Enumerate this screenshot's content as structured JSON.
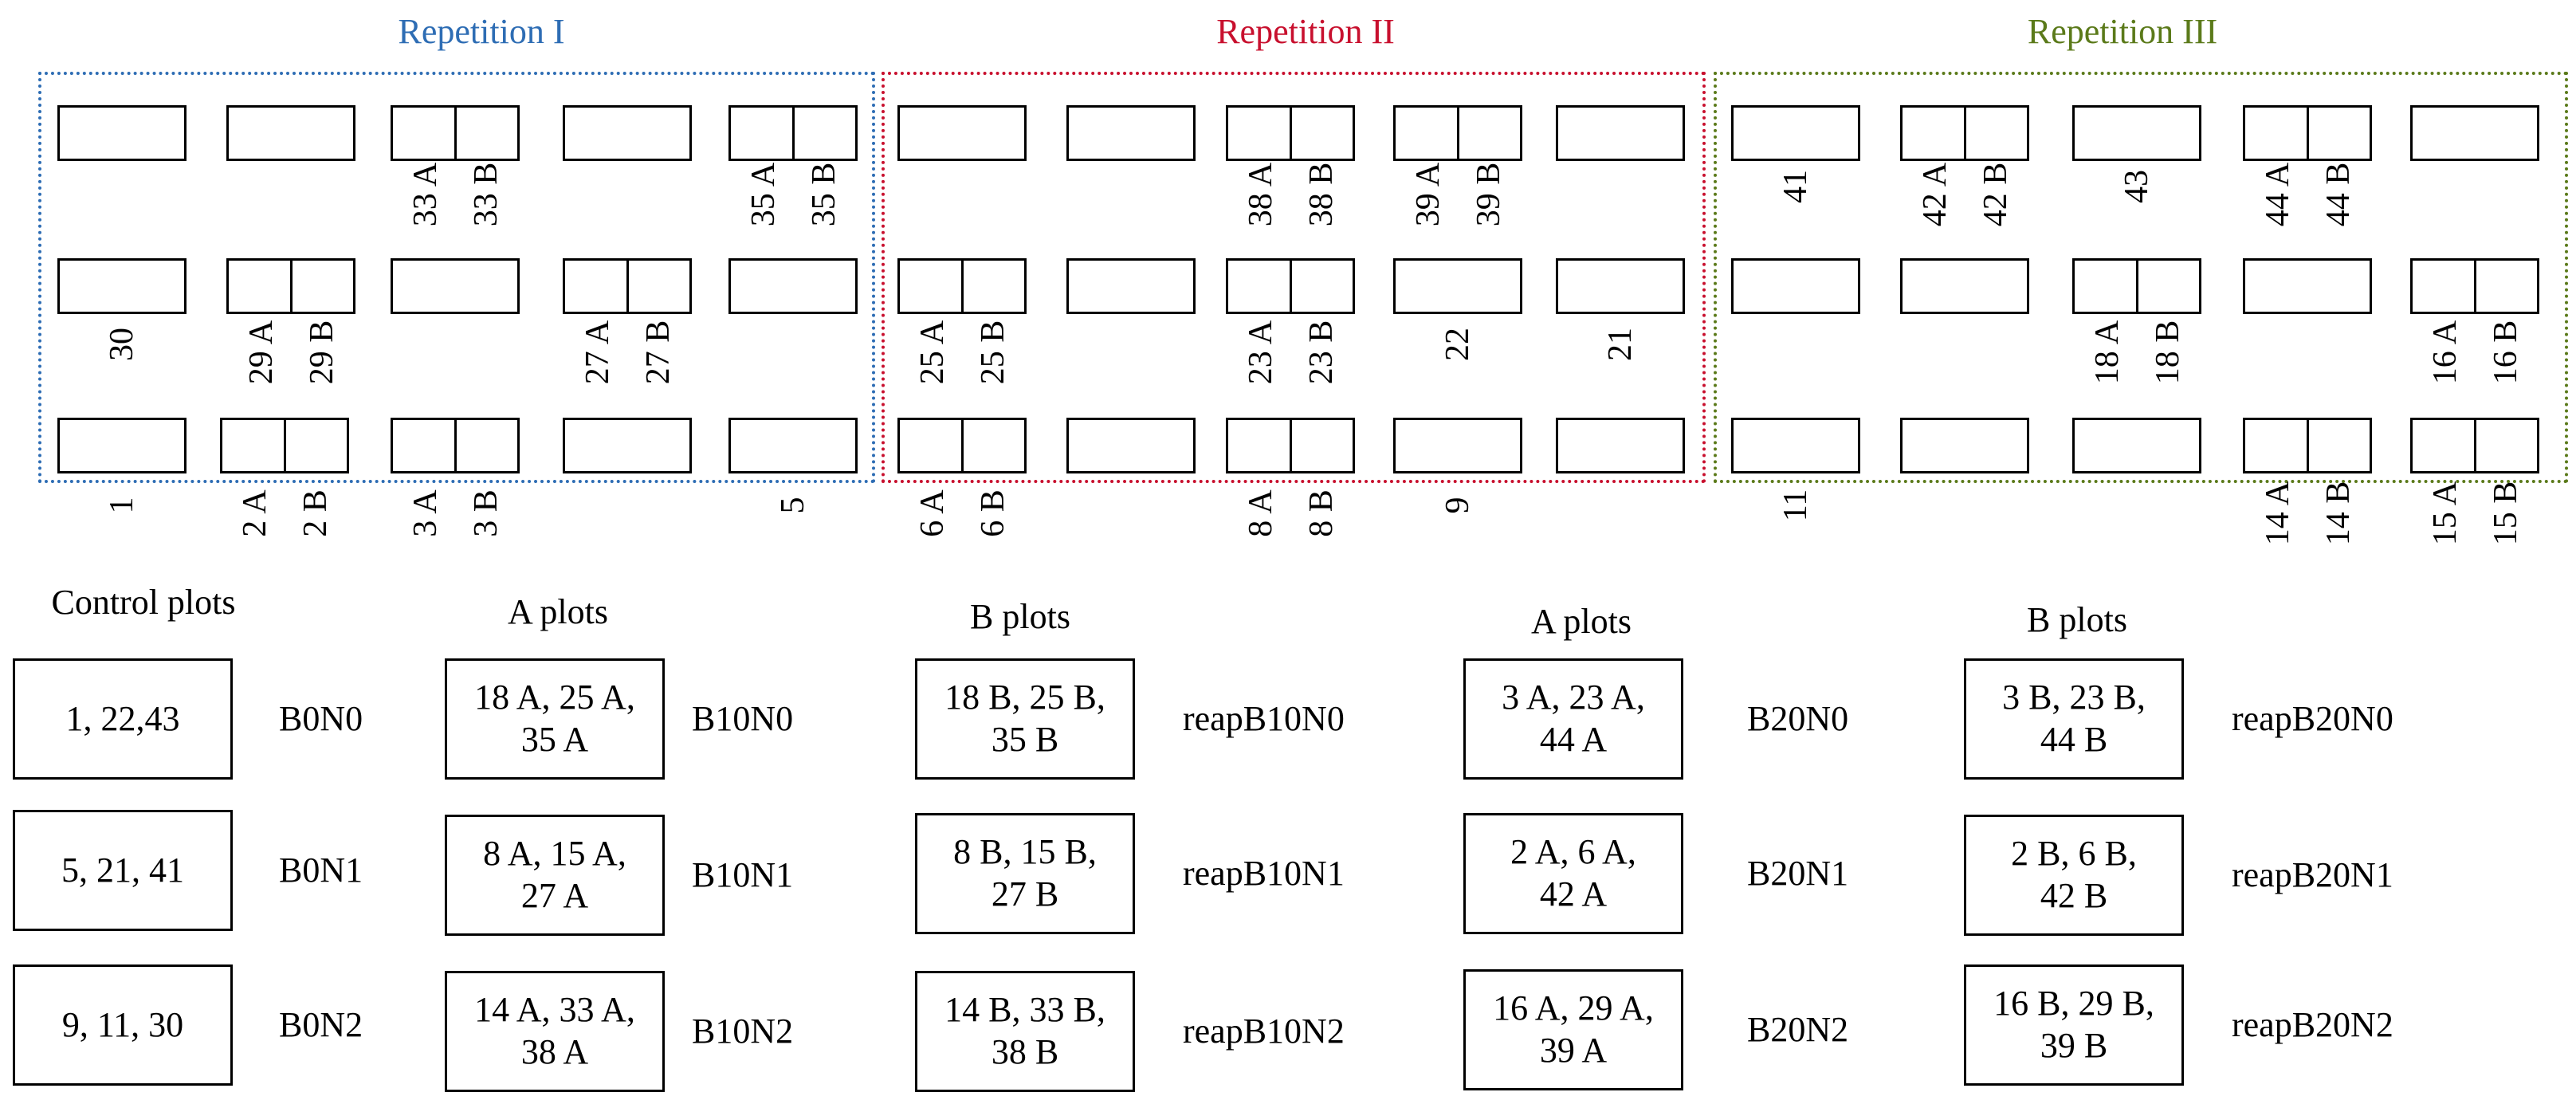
{
  "repetitions": [
    {
      "title": "Repetition I",
      "color": "#2e6db4"
    },
    {
      "title": "Repetition II",
      "color": "#c8102e"
    },
    {
      "title": "Repetition III",
      "color": "#5b7a1a"
    }
  ],
  "plot_labels": [
    [
      "",
      "",
      "33 A|33 B",
      "",
      "35 A|35 B",
      "",
      "",
      "38 A|38 B",
      "39 A|39 B",
      "",
      "41",
      "42 A|42 B",
      "43",
      "44 A|44 B",
      ""
    ],
    [
      "30",
      "29 A|29 B",
      "",
      "27 A|27 B",
      "",
      "25 A|25 B",
      "",
      "23 A|23 B",
      "22",
      "21",
      "",
      "",
      "18 A|18 B",
      "",
      "16 A|16 B"
    ],
    [
      "1",
      "2 A|2 B",
      "3 A|3 B",
      "",
      "5",
      "6 A|6 B",
      "",
      "8 A|8 B",
      "9",
      "",
      "11",
      "",
      "",
      "14 A|14 B",
      "15 A|15 B"
    ]
  ],
  "legend": {
    "columns": [
      {
        "header": "Control plots",
        "rows": [
          {
            "box": "1, 22,43",
            "code": "B0N0"
          },
          {
            "box": "5, 21, 41",
            "code": "B0N1"
          },
          {
            "box": "9, 11, 30",
            "code": "B0N2"
          }
        ]
      },
      {
        "header": "A plots",
        "rows": [
          {
            "box": "18 A, 25 A,\n35 A",
            "code": "B10N0"
          },
          {
            "box": "8 A, 15 A,\n27 A",
            "code": "B10N1"
          },
          {
            "box": "14 A, 33 A,\n38 A",
            "code": "B10N2"
          }
        ]
      },
      {
        "header": "B plots",
        "rows": [
          {
            "box": "18 B, 25 B,\n35 B",
            "code": "reapB10N0"
          },
          {
            "box": "8 B, 15 B,\n27 B",
            "code": "reapB10N1"
          },
          {
            "box": "14 B, 33 B,\n38 B",
            "code": "reapB10N2"
          }
        ]
      },
      {
        "header": "A plots",
        "rows": [
          {
            "box": "3 A, 23 A,\n44 A",
            "code": "B20N0"
          },
          {
            "box": "2 A, 6 A,\n42 A",
            "code": "B20N1"
          },
          {
            "box": "16 A, 29 A,\n39 A",
            "code": "B20N2"
          }
        ]
      },
      {
        "header": "B plots",
        "rows": [
          {
            "box": "3 B, 23 B,\n44 B",
            "code": "reapB20N0"
          },
          {
            "box": "2 B, 6 B,\n42 B",
            "code": "reapB20N1"
          },
          {
            "box": "16 B, 29 B,\n39 B",
            "code": "reapB20N2"
          }
        ]
      }
    ]
  }
}
